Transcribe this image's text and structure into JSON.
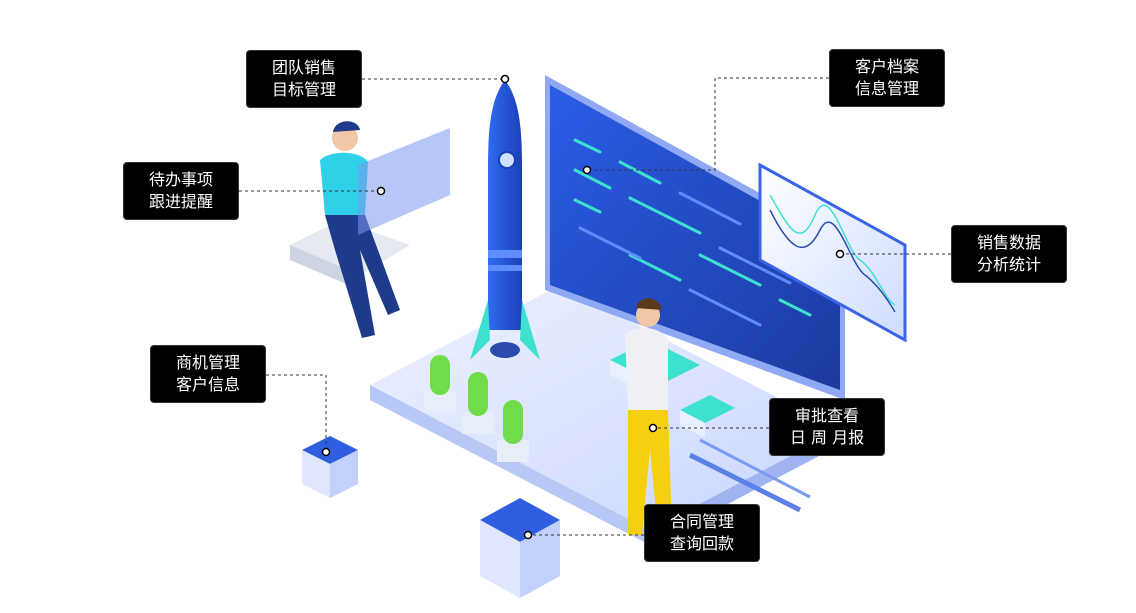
{
  "callouts": {
    "team_sales": {
      "line1": "团队销售",
      "line2": "目标管理"
    },
    "customer_files": {
      "line1": "客户档案",
      "line2": "信息管理"
    },
    "todo": {
      "line1": "待办事项",
      "line2": "跟进提醒"
    },
    "sales_data": {
      "line1": "销售数据",
      "line2": "分析统计"
    },
    "opportunity": {
      "line1": "商机管理",
      "line2": "客户信息"
    },
    "approval": {
      "line1": "审批查看",
      "line2": "日 周 月报"
    },
    "contract": {
      "line1": "合同管理",
      "line2": "查询回款"
    }
  },
  "colors": {
    "primary": "#2f5fe0",
    "accent": "#3ee0d0",
    "dark": "#000000"
  }
}
